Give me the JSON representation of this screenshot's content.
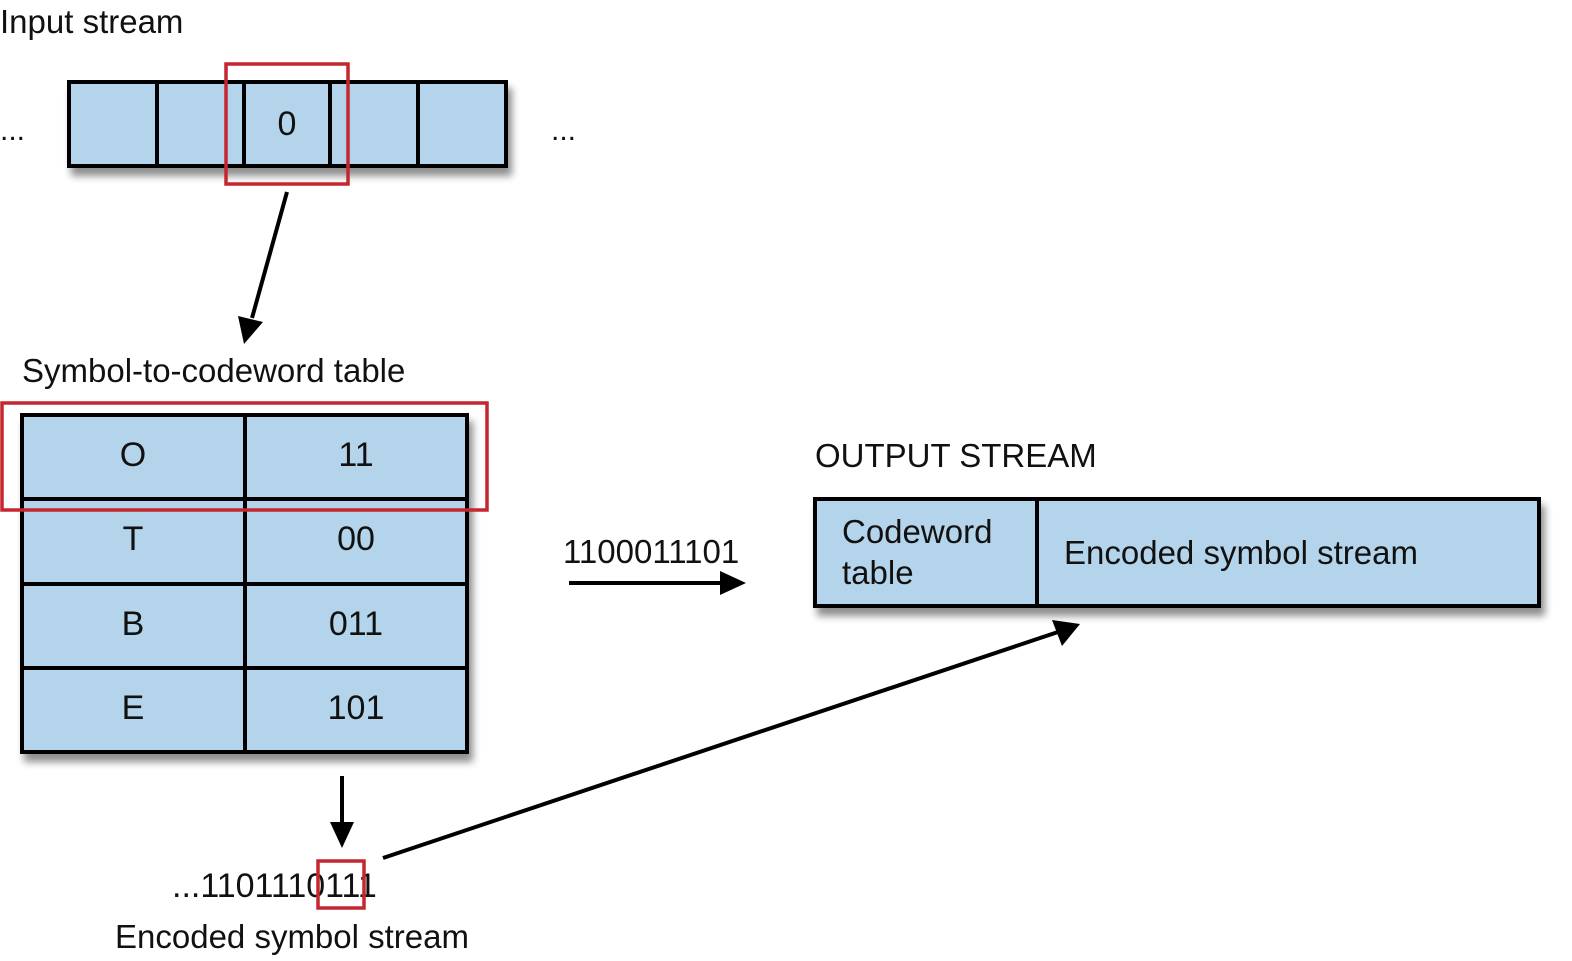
{
  "colors": {
    "cell_fill": "#b3d4ea",
    "border": "#000000",
    "highlight": "#c4272f",
    "text": "#111111"
  },
  "input_stream": {
    "title": "Input stream",
    "ellipsis_left": "...",
    "ellipsis_right": "...",
    "cells": [
      "",
      "",
      "0",
      "",
      ""
    ],
    "highlighted_index": 2
  },
  "symbol_table": {
    "title": "Symbol-to-codeword table",
    "rows": [
      {
        "symbol": "O",
        "codeword": "11"
      },
      {
        "symbol": "T",
        "codeword": "00"
      },
      {
        "symbol": "B",
        "codeword": "011"
      },
      {
        "symbol": "E",
        "codeword": "101"
      }
    ],
    "highlighted_row": 0
  },
  "codeword_bits": "1100011101",
  "output_stream": {
    "title": "OUTPUT STREAM",
    "sections": [
      {
        "line1": "Codeword",
        "line2": "table"
      },
      {
        "line1": "Encoded symbol stream"
      }
    ]
  },
  "encoded_stream": {
    "prefix": "...11011101",
    "highlighted_bits": "11",
    "caption": "Encoded symbol stream"
  }
}
